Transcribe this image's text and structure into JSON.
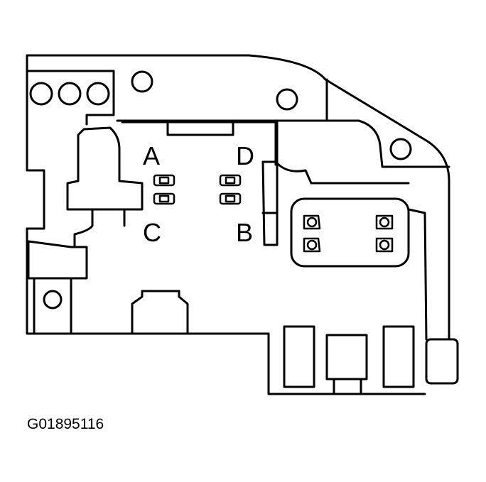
{
  "diagram": {
    "labels": {
      "a": "A",
      "b": "B",
      "c": "C",
      "d": "D"
    },
    "figure_code": "G01895116"
  }
}
